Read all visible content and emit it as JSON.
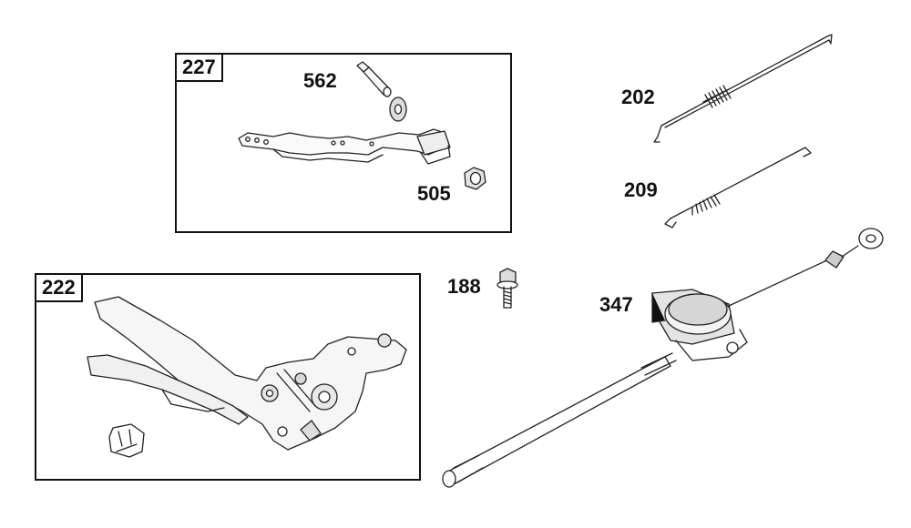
{
  "groups": [
    {
      "id": "227",
      "label": "227"
    },
    {
      "id": "222",
      "label": "222"
    }
  ],
  "parts": [
    {
      "id": "562",
      "label": "562"
    },
    {
      "id": "505",
      "label": "505"
    },
    {
      "id": "202",
      "label": "202"
    },
    {
      "id": "209",
      "label": "209"
    },
    {
      "id": "188",
      "label": "188"
    },
    {
      "id": "347",
      "label": "347"
    }
  ]
}
